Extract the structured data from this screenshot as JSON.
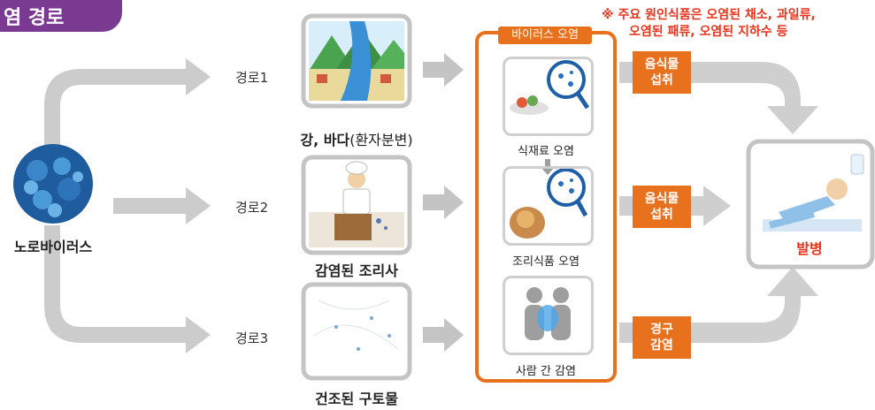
{
  "header": {
    "title": "염 경로"
  },
  "note": {
    "line1": "※ 주요 원인식품은 오염된 채소, 과일류,",
    "line2": "오염된 패류, 오염된 지하수 등"
  },
  "source": {
    "label": "노로바이러스"
  },
  "routes": [
    {
      "label": "경로1",
      "caption_main": "강, 바다",
      "caption_sub": "(환자분변)"
    },
    {
      "label": "경로2",
      "caption_main": "감염된 조리사",
      "caption_sub": ""
    },
    {
      "label": "경로3",
      "caption_main": "건조된 구토물",
      "caption_sub": ""
    }
  ],
  "virus_box": {
    "tag": "바이러스 오염",
    "items": [
      {
        "caption": "식재료 오염"
      },
      {
        "caption": "조리식품 오염"
      },
      {
        "caption": "사람 간 감염"
      }
    ]
  },
  "modes": [
    {
      "line1": "음식물",
      "line2": "섭취"
    },
    {
      "line1": "음식물",
      "line2": "섭취"
    },
    {
      "line1": "경구",
      "line2": "감염"
    }
  ],
  "result": {
    "label": "발병"
  },
  "colors": {
    "accent": "#e8711d",
    "title_bg": "#7b3a92",
    "note": "#e8331c",
    "arrow": "#c4c4c4"
  }
}
